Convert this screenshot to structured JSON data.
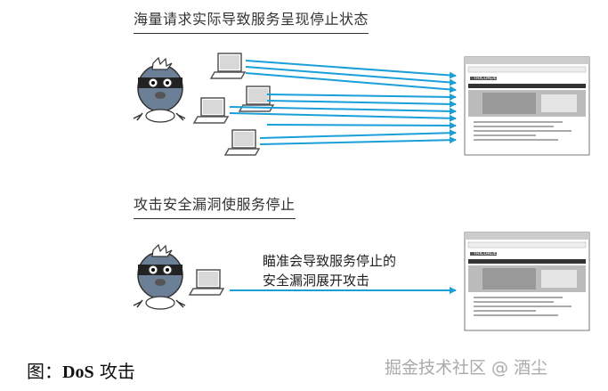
{
  "section1": {
    "title": "海量请求实际导致服务呈现停止状态"
  },
  "section2": {
    "title": "攻击安全漏洞使服务停止",
    "caption_line1": "瞄准会导致服务停止的",
    "caption_line2": "安全漏洞展开攻击"
  },
  "browser": {
    "logo": "TRICORDER"
  },
  "figure": {
    "label": "图：",
    "bold": "DoS",
    "suffix": " 攻击"
  },
  "watermark": "掘金技术社区 @ 酒尘",
  "colors": {
    "arrow": "#1a9fd9",
    "hacker": "#6b7f96",
    "laptop": "#555555"
  }
}
